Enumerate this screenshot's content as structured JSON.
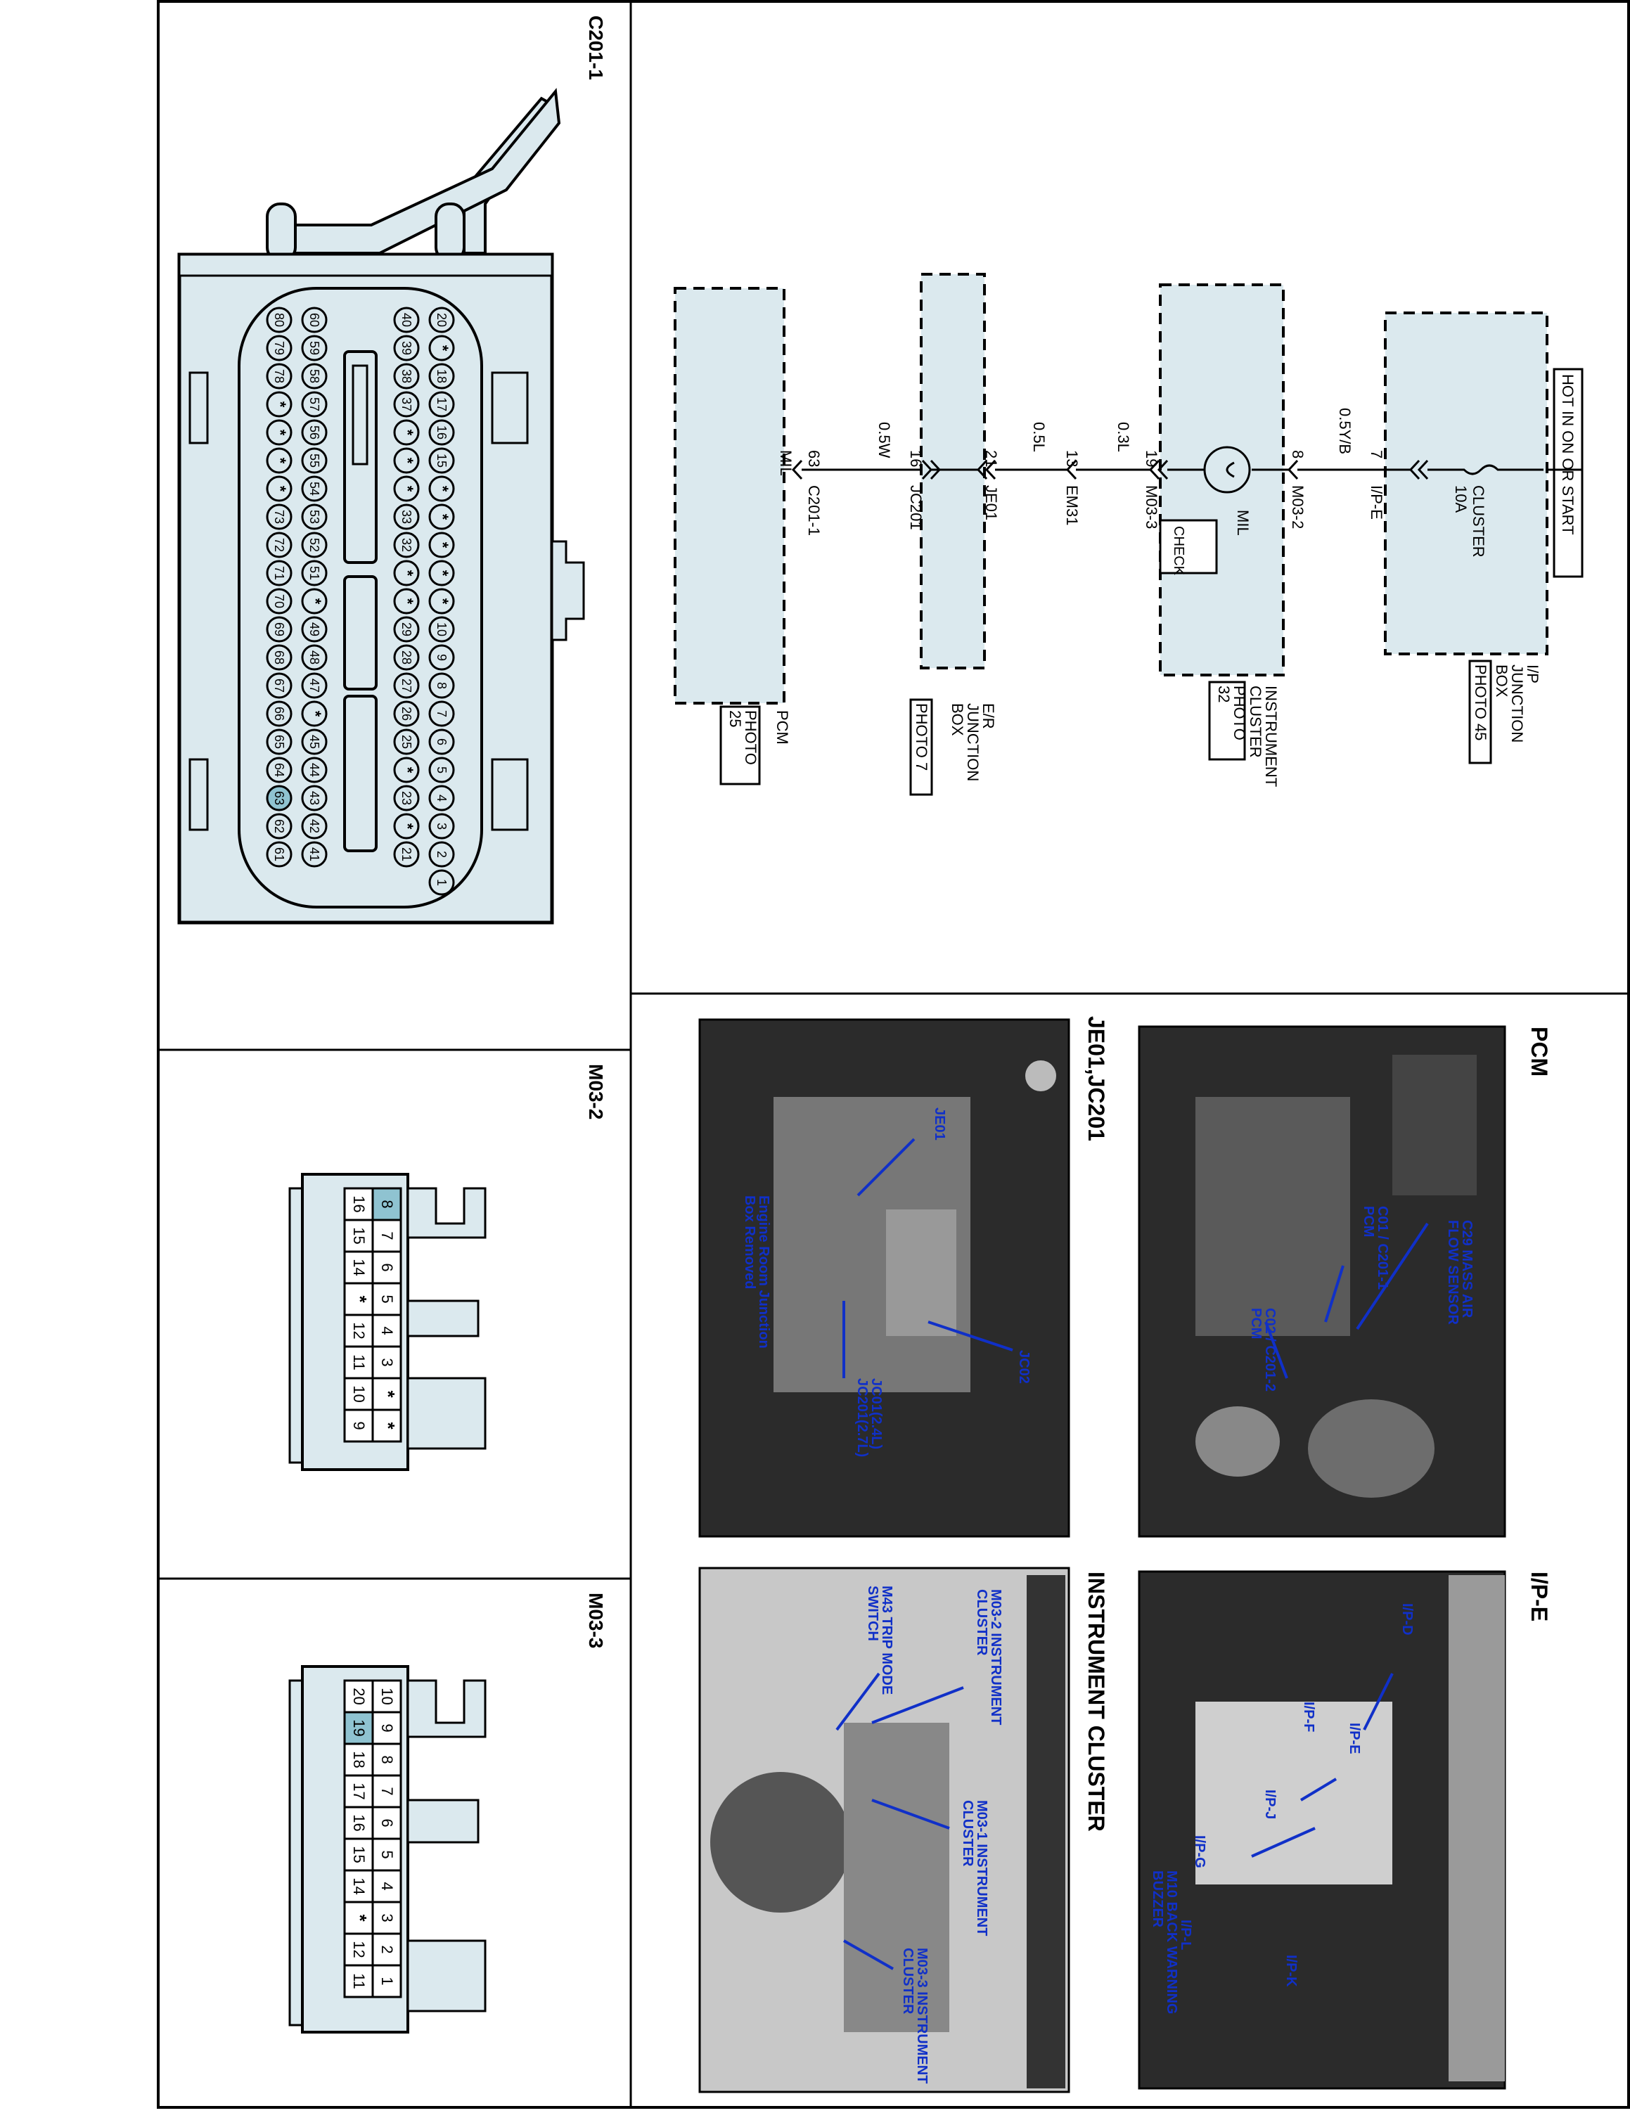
{
  "connectors": {
    "c201_title": "C201-1",
    "m032_title": "M03-2",
    "m033_title": "M03-3",
    "c201_top": [
      "20",
      "*",
      "18",
      "17",
      "16",
      "15",
      "*",
      "*",
      "*",
      "*",
      "*",
      "10",
      "9",
      "8",
      "7",
      "6",
      "5",
      "4",
      "3",
      "2",
      "1"
    ],
    "c201_r2": [
      "40",
      "39",
      "38",
      "37",
      "*",
      "*",
      "*",
      "33",
      "32",
      "*",
      "*",
      "29",
      "28",
      "27",
      "26",
      "25",
      "*",
      "23",
      "*",
      "21"
    ],
    "c201_r3": [
      "60",
      "59",
      "58",
      "57",
      "56",
      "55",
      "54",
      "53",
      "52",
      "51",
      "*",
      "49",
      "48",
      "47",
      "*",
      "45",
      "44",
      "43",
      "42",
      "41"
    ],
    "c201_bot": [
      "80",
      "79",
      "78",
      "*",
      "*",
      "*",
      "*",
      "73",
      "72",
      "71",
      "70",
      "69",
      "68",
      "67",
      "66",
      "65",
      "64",
      "63",
      "62",
      "61"
    ],
    "c201_hl": "63",
    "m032_r1": [
      "8",
      "7",
      "6",
      "5",
      "4",
      "3",
      "*",
      "*"
    ],
    "m032_r2": [
      "16",
      "15",
      "14",
      "*",
      "12",
      "11",
      "10",
      "9"
    ],
    "m032_hl": "8",
    "m033_r1": [
      "10",
      "9",
      "8",
      "7",
      "6",
      "5",
      "4",
      "3",
      "2",
      "1"
    ],
    "m033_r2": [
      "20",
      "19",
      "18",
      "17",
      "16",
      "15",
      "14",
      "*",
      "12",
      "11"
    ],
    "m033_hl": "19"
  },
  "schematic": {
    "hot_label": "HOT IN ON OR START",
    "fuse_label": "CLUSTER",
    "fuse_rating": "10A",
    "ipjb_l1": "I/P",
    "ipjb_l2": "JUNCTION",
    "ipjb_l3": "BOX",
    "ipjb_photo": "PHOTO 45",
    "pin7": "7",
    "conn_ipe": "I/P-E",
    "wire1": "0.5Y/B",
    "pin8": "8",
    "conn_m032": "M03-2",
    "mil_label": "MIL",
    "check_label": "CHECK",
    "ic_l1": "INSTRUMENT",
    "ic_l2": "CLUSTER",
    "ic_photo_a": "PHOTO",
    "ic_photo_b": "32",
    "pin19": "19",
    "conn_m033": "M03-3",
    "wire2": "0.3L",
    "pin13": "13",
    "conn_em31": "EM31",
    "wire3": "0.5L",
    "pin21": "21",
    "conn_je01": "JE01",
    "erjb_l1": "E/R",
    "erjb_l2": "JUNCTION",
    "erjb_l3": "BOX",
    "erjb_photo": "PHOTO 7",
    "pin16": "16",
    "conn_jc201": "JC201",
    "wire4": "0.5W",
    "pin63": "63",
    "conn_c2011": "C201-1",
    "pcm_mil": "MIL",
    "pcm_label": "PCM",
    "pcm_photo_a": "PHOTO",
    "pcm_photo_b": "25"
  },
  "photos": {
    "pcm_title": "PCM",
    "pcm_c29_l1": "C29 MASS AIR",
    "pcm_c29_l2": "FLOW SENSOR",
    "pcm_c01_l1": "C01 / C201-1",
    "pcm_c01_l2": "PCM",
    "pcm_c02_l1": "C02 / C201-2",
    "pcm_c02_l2": "PCM",
    "je_title": "JE01,JC201",
    "je_je01": "JE01",
    "je_erjb_l1": "Engine Room Junction",
    "je_erjb_l2": "Box Removed",
    "je_jc02": "JC02",
    "je_jc01_l1": "JC01(2.4L)",
    "je_jc01_l2": "JC201(2.7L)",
    "ipe_title": "I/P-E",
    "ipe_d": "I/P-D",
    "ipe_e": "I/P-E",
    "ipe_f": "I/P-F",
    "ipe_j": "I/P-J",
    "ipe_g": "I/P-G",
    "ipe_m10_l1": "M10 BACK WARNING",
    "ipe_m10_l2": "BUZZER",
    "ipe_l": "I/P-L",
    "ipe_k": "I/P-K",
    "ic_title": "INSTRUMENT CLUSTER",
    "ic_m43_l1": "M43 TRIP MODE",
    "ic_m43_l2": "SWITCH",
    "ic_m032_l1": "M03-2 INSTRUMENT",
    "ic_m032_l2": "CLUSTER",
    "ic_m031_l1": "M03-1 INSTRUMENT",
    "ic_m031_l2": "CLUSTER",
    "ic_m033_l1": "M03-3 INSTRUMENT",
    "ic_m033_l2": "CLUSTER"
  },
  "colors": {
    "fill": "#dbe9ee",
    "highlight": "#8fc3d1",
    "label_blue": "#1030c8",
    "photo_dark": "#2b2b2b"
  }
}
